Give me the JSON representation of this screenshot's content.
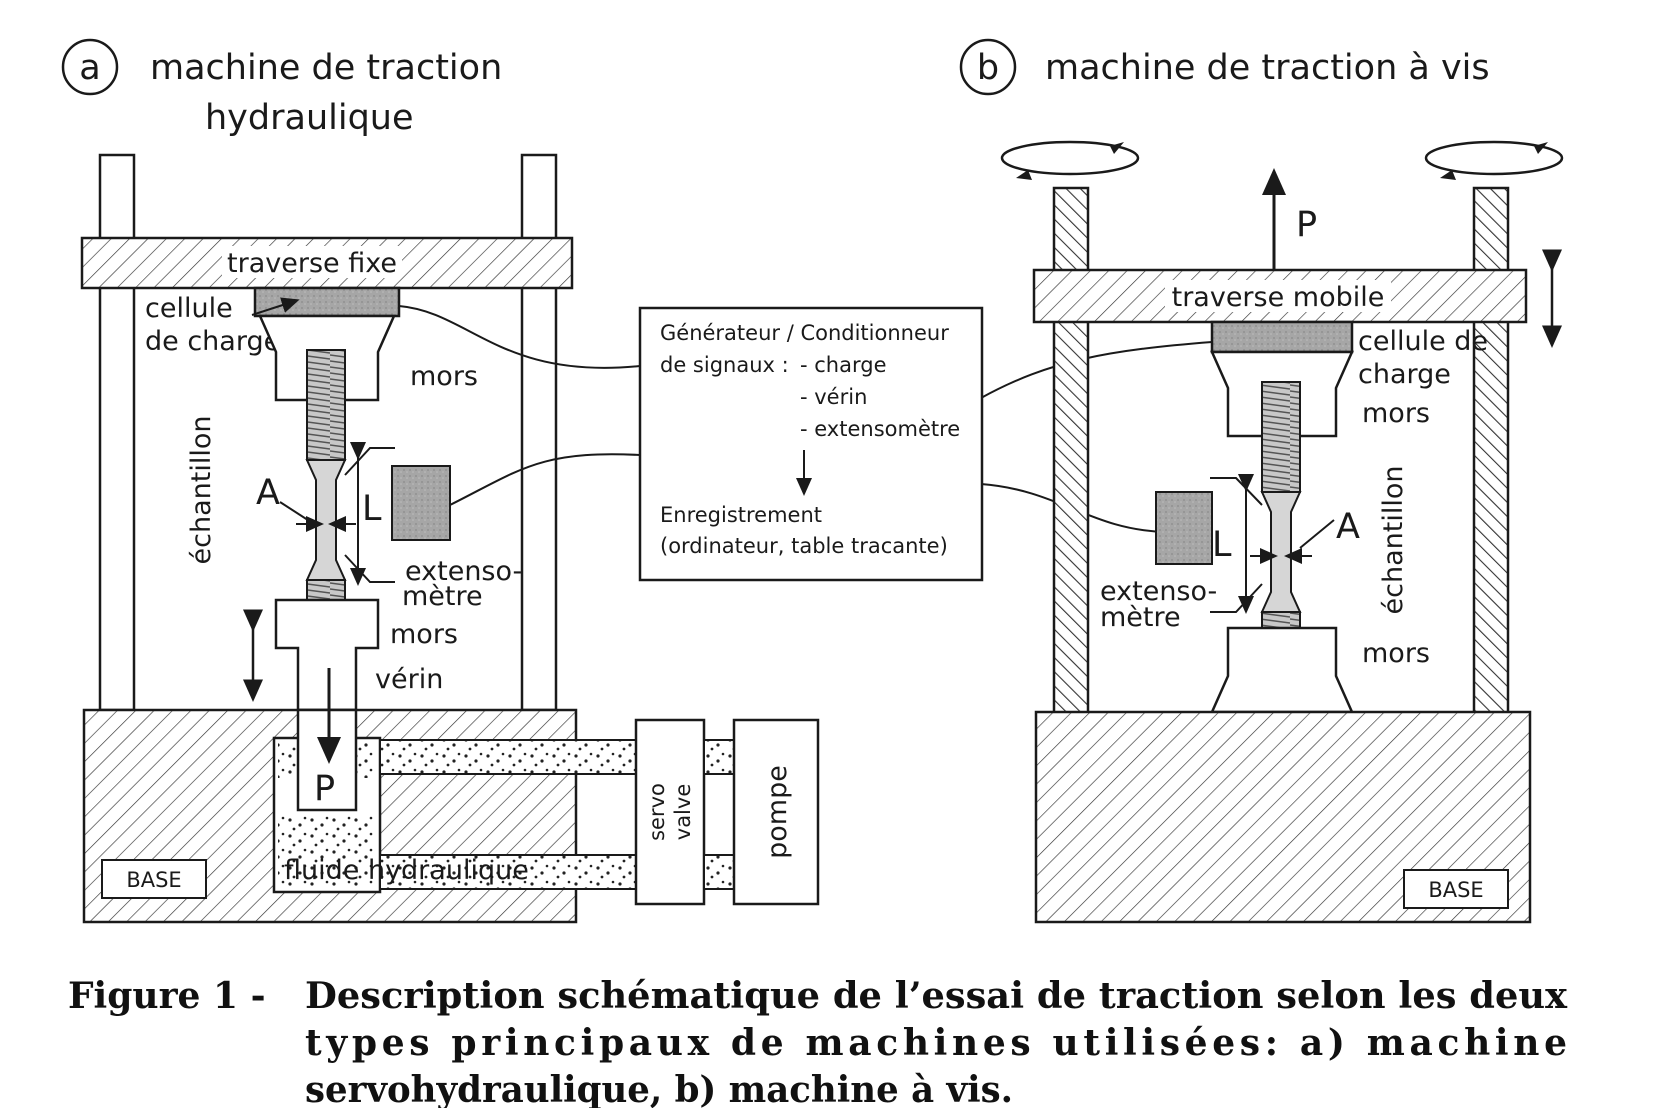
{
  "panel_a": {
    "letter": "a",
    "title_line1": "machine de traction",
    "title_line2": "hydraulique",
    "crosshead_label": "traverse fixe",
    "load_cell_label_1": "cellule",
    "load_cell_label_2": "de charge",
    "upper_grip_label": "mors",
    "specimen_label": "échantillon",
    "label_A": "A",
    "label_L": "L",
    "extensometer_label_1": "extenso-",
    "extensometer_label_2": "mètre",
    "lower_grip_label": "mors",
    "actuator_label": "vérin",
    "force_label": "P",
    "fluid_label": "fluide hydraulique",
    "servo_valve_label_1": "servo",
    "servo_valve_label_2": "valve",
    "pump_label": "pompe",
    "base_label": "BASE"
  },
  "center_box": {
    "line1": "Générateur / Conditionneur",
    "line2_prefix": "de signaux :",
    "item1": "- charge",
    "item2": "- vérin",
    "item3": "- extensomètre",
    "line_rec1": "Enregistrement",
    "line_rec2": "(ordinateur, table tracante)"
  },
  "panel_b": {
    "letter": "b",
    "title": "machine de traction à vis",
    "force_label": "P",
    "crosshead_label": "traverse mobile",
    "load_cell_label_1": "cellule de",
    "load_cell_label_2": "charge",
    "upper_grip_label": "mors",
    "specimen_label": "échantillon",
    "label_A": "A",
    "label_L": "L",
    "extensometer_label_1": "extenso-",
    "extensometer_label_2": "mètre",
    "lower_grip_label": "mors",
    "base_label": "BASE"
  },
  "caption": {
    "prefix": "Figure 1 -",
    "line1": "Description schématique de l’essai de traction selon les deux",
    "line2": "types principaux de machines utilisées: a) machine",
    "line3": "servohydraulique, b) machine à vis."
  }
}
